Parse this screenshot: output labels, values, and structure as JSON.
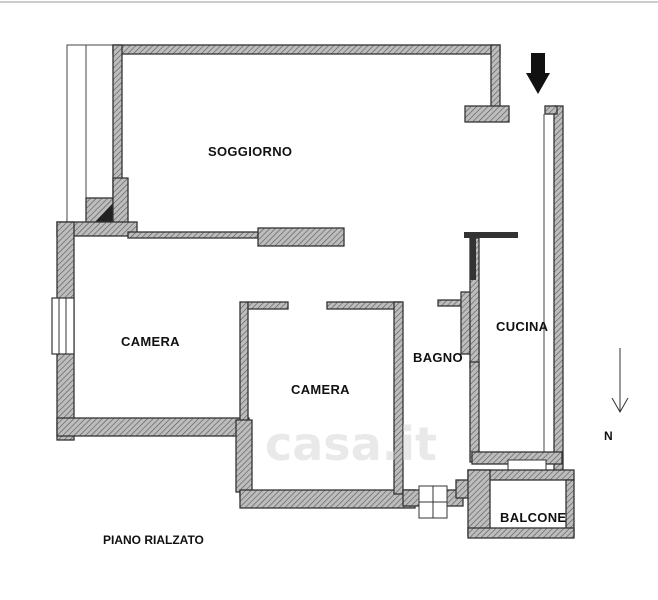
{
  "rooms": {
    "living": "SOGGIORNO",
    "bedroom_left": "CAMERA",
    "bedroom_center": "CAMERA",
    "bathroom": "BAGNO",
    "kitchen": "CUCINA",
    "balcony": "BALCONE"
  },
  "floor_label": "PIANO RIALZATO",
  "north_label": "N",
  "watermark": "casa.it"
}
